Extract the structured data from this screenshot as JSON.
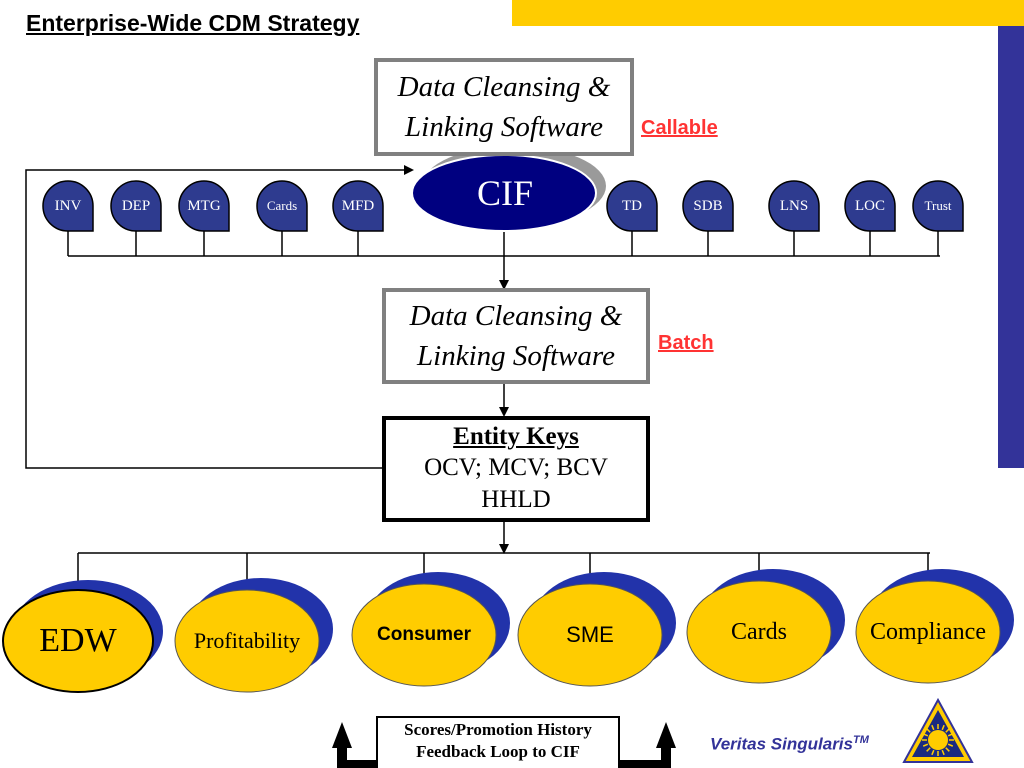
{
  "header": {
    "title": "Enterprise-Wide CDM Strategy"
  },
  "diagram": {
    "top_software": {
      "line1": "Data Cleansing &",
      "line2": "Linking Software",
      "tag": "Callable"
    },
    "hub": {
      "label": "CIF"
    },
    "sources": [
      "INV",
      "DEP",
      "MTG",
      "Cards",
      "MFD",
      "TD",
      "SDB",
      "LNS",
      "LOC",
      "Trust"
    ],
    "batch_software": {
      "line1": "Data Cleansing &",
      "line2": "Linking Software",
      "tag": "Batch"
    },
    "entity_keys": {
      "title": "Entity Keys",
      "line1": "OCV; MCV; BCV",
      "line2": "HHLD"
    },
    "outputs": [
      {
        "label": "EDW"
      },
      {
        "label": "Profitability"
      },
      {
        "label": "Consumer"
      },
      {
        "label": "SME"
      },
      {
        "label": "Cards"
      },
      {
        "label": "Compliance"
      }
    ],
    "feedback": {
      "line1": "Scores/Promotion History",
      "line2": "Feedback Loop to CIF"
    }
  },
  "footer": {
    "brand": "Veritas Singularis",
    "trademark": "TM"
  },
  "colors": {
    "navy": "#000080",
    "source_blue": "#2e3b8f",
    "output_gold": "#ffcc00",
    "output_shadow": "#2233aa",
    "accent_bar": "#ffcc00",
    "side_bar": "#333399",
    "tag_red": "#ff3333",
    "box_gray": "#808080"
  }
}
